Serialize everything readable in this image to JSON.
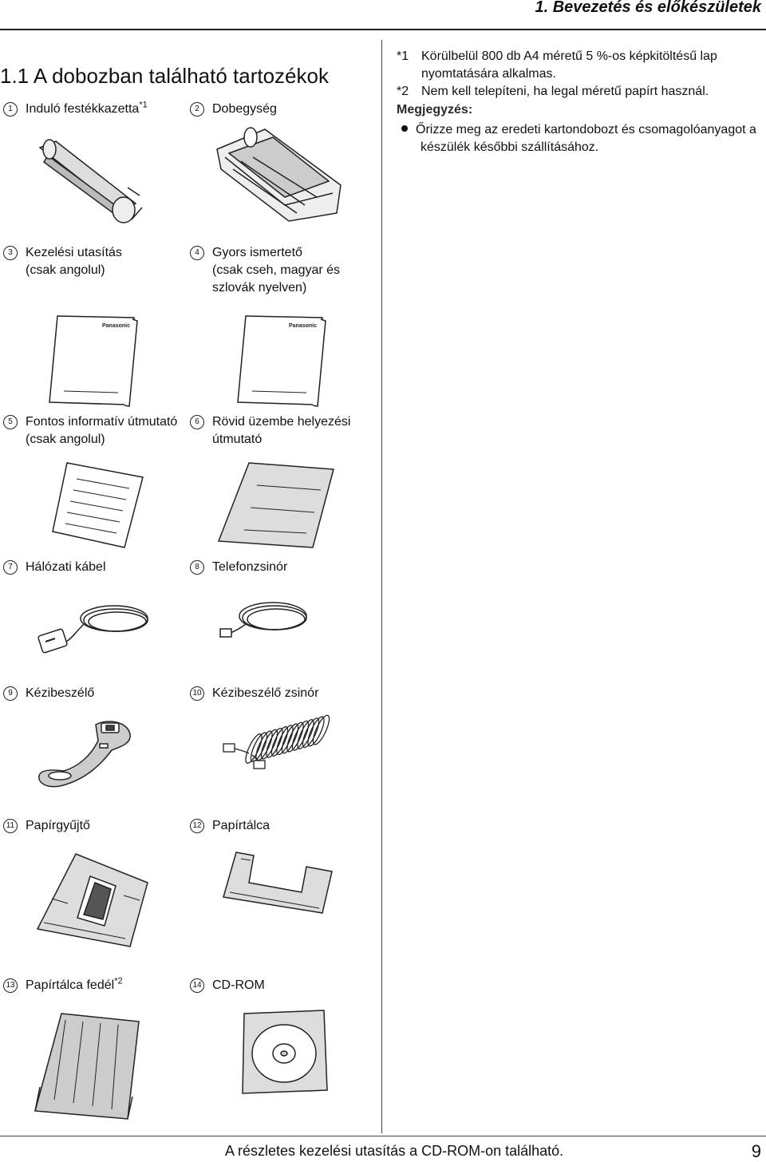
{
  "header": {
    "title": "1. Bevezetés és előkészületek"
  },
  "section": {
    "title": "1.1 A dobozban található tartozékok"
  },
  "items": [
    {
      "num": "1",
      "label": "Induló festékkazetta",
      "sup": "*1"
    },
    {
      "num": "2",
      "label": "Dobegység"
    },
    {
      "num": "3",
      "line1": "Kezelési utasítás",
      "line2": "(csak angolul)",
      "brand": "Panasonic"
    },
    {
      "num": "4",
      "line1": "Gyors ismertető",
      "line2": "(csak cseh, magyar és",
      "line3": "szlovák nyelven)",
      "brand": "Panasonic"
    },
    {
      "num": "5",
      "line1": "Fontos informatív útmutató",
      "line2": "(csak angolul)"
    },
    {
      "num": "6",
      "line1": "Rövid üzembe helyezési",
      "line2": "útmutató"
    },
    {
      "num": "7",
      "label": "Hálózati kábel"
    },
    {
      "num": "8",
      "label": "Telefonzsinór"
    },
    {
      "num": "9",
      "label": "Kézibeszélő"
    },
    {
      "num": "10",
      "label": "Kézibeszélő zsinór"
    },
    {
      "num": "11",
      "label": "Papírgyűjtő"
    },
    {
      "num": "12",
      "label": "Papírtálca"
    },
    {
      "num": "13",
      "label": "Papírtálca fedél",
      "sup": "*2"
    },
    {
      "num": "14",
      "label": "CD-ROM"
    }
  ],
  "notes": {
    "n1_mark": "*1",
    "n1_line1": "Körülbelül 800 db A4 méretű 5 %-os képkitöltésű lap",
    "n1_line2": "nyomtatására alkalmas.",
    "n2_mark": "*2",
    "n2_line1": "Nem kell telepíteni, ha legal méretű papírt használ.",
    "title": "Megjegyzés:",
    "bullet_line1": "Őrizze meg az eredeti kartondobozt és csomagolóanyagot a",
    "bullet_line2": "készülék későbbi szállításához."
  },
  "footer": {
    "text": "A részletes kezelési utasítás a CD-ROM-on található.",
    "page": "9"
  }
}
